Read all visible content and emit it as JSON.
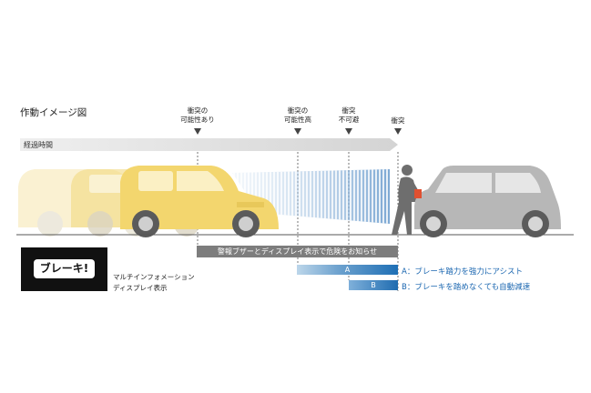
{
  "title": "作動イメージ図",
  "timebar_label": "経過時間",
  "markers": [
    {
      "line1": "衝突の",
      "line2": "可能性あり"
    },
    {
      "line1": "衝突の",
      "line2": "可能性高"
    },
    {
      "line1": "衝突",
      "line2": "不可避"
    },
    {
      "line1": "衝突",
      "line2": ""
    }
  ],
  "warning_bar": "警報ブザーとディスプレイ表示で危険をお知らせ",
  "bar_a": "A",
  "bar_b": "B",
  "assist_a": "A：ブレーキ踏力を強力にアシスト",
  "assist_b": "B：ブレーキを踏めなくても自動減速",
  "logo_text": "ブレーキ!",
  "display_caption_1": "マルチインフォメーション",
  "display_caption_2": "ディスプレイ表示",
  "colors": {
    "car_yellow": "#f3d66e",
    "car_gray": "#b7b7b7",
    "pedestrian": "#6e6e6e",
    "warn_gray": "#7d7d7d",
    "assist_blue": "#1a66b0"
  }
}
